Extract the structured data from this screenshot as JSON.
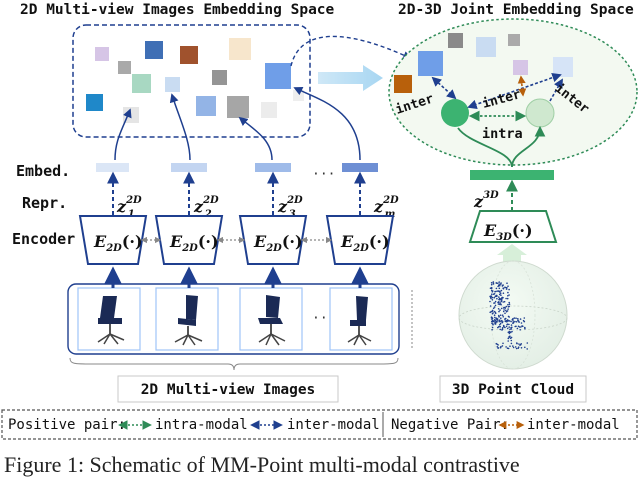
{
  "titles": {
    "left": "2D Multi-view Images Embedding Space",
    "right": "2D-3D Joint Embedding Space"
  },
  "row_labels": {
    "embed": "Embed.",
    "repr": "Repr.",
    "encoder": "Encoder"
  },
  "features": {
    "z_base": "z",
    "z_sup": "2D",
    "subs": [
      "1",
      "2",
      "3",
      "m"
    ],
    "dots": "···",
    "z3d_sup": "3D"
  },
  "encoders": {
    "e_base": "E",
    "e_sub2d": "2D",
    "e_sub3d": "3D",
    "arg": "(·)"
  },
  "joint_labels": {
    "inter": "inter",
    "intra": "intra"
  },
  "bottom_labels": {
    "images": "2D Multi-view Images",
    "cloud": "3D Point Cloud"
  },
  "legend": {
    "positive": "Positive pair:",
    "intra": "intra-modal",
    "inter": "inter-modal",
    "negative": "Negative Pair:",
    "neg_inter": "inter-modal"
  },
  "caption": "Figure 1: Schematic of MM-Point multi-modal contrastive",
  "colors": {
    "dark_blue": "#1f3f8f",
    "light_blue_box": "#9fc5f8",
    "green": "#3cb371",
    "green_dark": "#2e8b57",
    "orange": "#b8600b"
  }
}
